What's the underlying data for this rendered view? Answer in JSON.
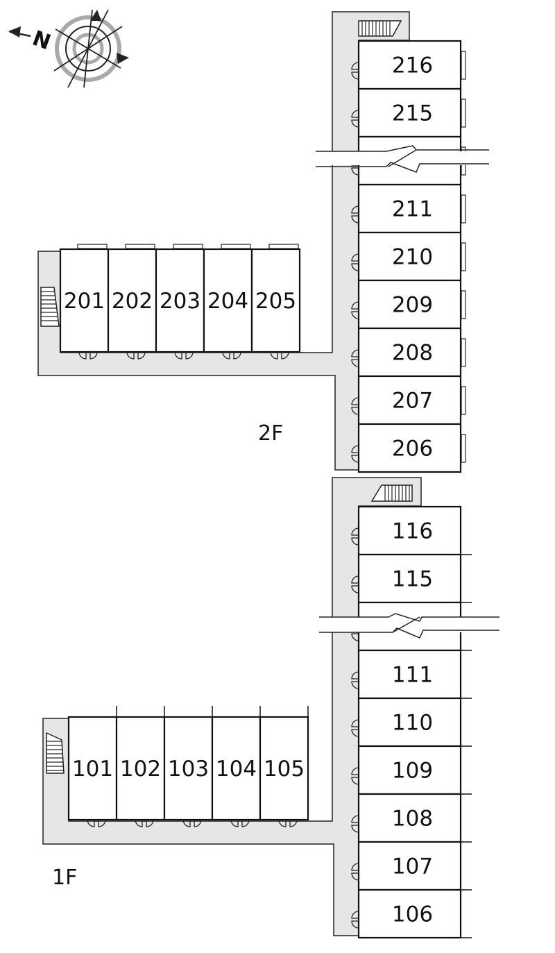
{
  "colors": {
    "corridor": "#e6e6e6",
    "wall": "#111111",
    "room": "#ffffff",
    "compass_ring": "#a9a9a9"
  },
  "compass": {
    "north_label": "N",
    "icon": "compass-rose-icon"
  },
  "floors": [
    {
      "label": "2F",
      "wing_units": [
        "201",
        "202",
        "203",
        "204",
        "205"
      ],
      "tower_units": [
        "216",
        "215",
        "",
        "211",
        "210",
        "209",
        "208",
        "207",
        "206"
      ]
    },
    {
      "label": "1F",
      "wing_units": [
        "101",
        "102",
        "103",
        "104",
        "105"
      ],
      "tower_units": [
        "116",
        "115",
        "",
        "111",
        "110",
        "109",
        "108",
        "107",
        "106"
      ]
    }
  ]
}
